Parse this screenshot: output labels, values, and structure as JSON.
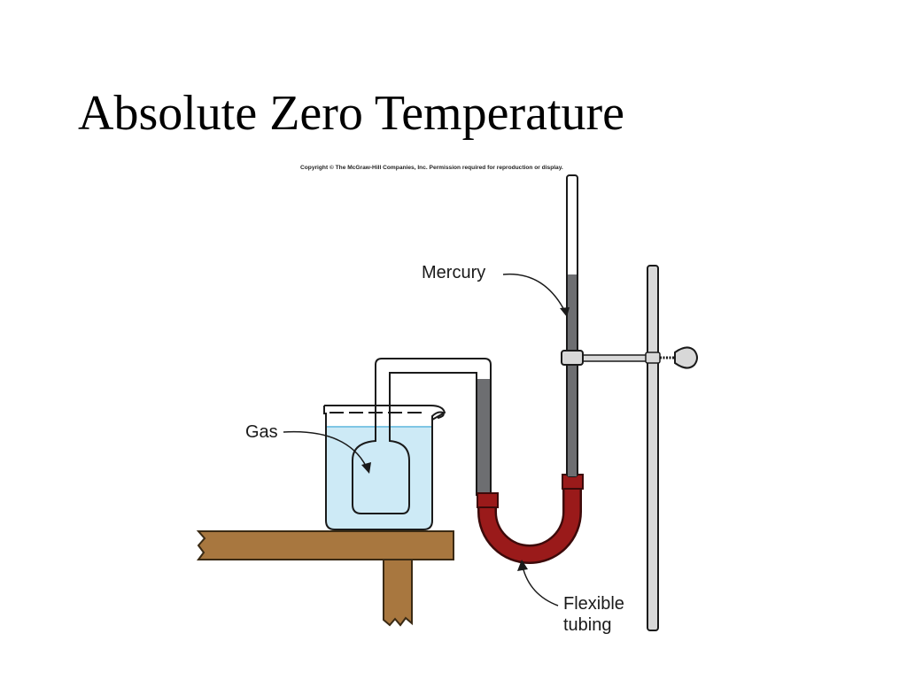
{
  "slide": {
    "title": "Absolute Zero Temperature"
  },
  "figure": {
    "copyright": "Copyright © The McGraw-Hill Companies, Inc. Permission required for reproduction or display.",
    "labels": {
      "mercury": "Mercury",
      "gas": "Gas",
      "flexible_tubing_line1": "Flexible",
      "flexible_tubing_line2": "tubing"
    },
    "colors": {
      "water": "#cdeaf6",
      "mercury": "#6d6e71",
      "tubing": "#9a1a1a",
      "wood": "#a8773f",
      "stand": "#d8d8d8"
    }
  }
}
